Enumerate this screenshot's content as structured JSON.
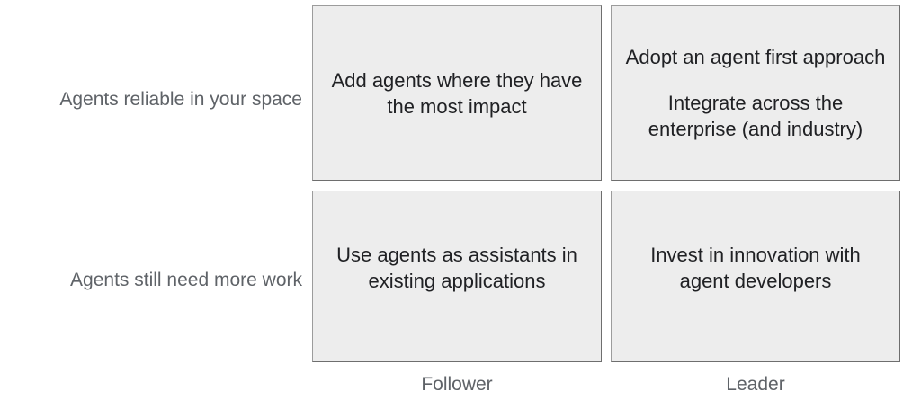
{
  "chart_data": {
    "type": "table",
    "title": "",
    "xlabel": "",
    "ylabel": "",
    "grid": false,
    "legend": "none",
    "x_axis_categories": [
      "Follower",
      "Leader"
    ],
    "y_axis_categories": [
      "Agents reliable in your space",
      "Agents still need more work"
    ],
    "cells": [
      {
        "row": "Agents reliable in your space",
        "column": "Follower",
        "paragraphs": [
          "Add agents where they have the most impact"
        ]
      },
      {
        "row": "Agents reliable in your space",
        "column": "Leader",
        "paragraphs": [
          "Adopt an agent first approach",
          "Integrate across the enterprise (and industry)"
        ]
      },
      {
        "row": "Agents still need more work",
        "column": "Follower",
        "paragraphs": [
          "Use agents as assistants in existing applications"
        ]
      },
      {
        "row": "Agents still need more work",
        "column": "Leader",
        "paragraphs": [
          "Invest in innovation with agent developers"
        ]
      }
    ]
  },
  "matrix": {
    "row_labels": [
      {
        "label": "Agents reliable in your space"
      },
      {
        "label": "Agents still need more work"
      }
    ],
    "column_labels": [
      {
        "label": "Follower"
      },
      {
        "label": "Leader"
      }
    ],
    "quadrants": {
      "top_left": {
        "line1": "Add agents where they have the most impact"
      },
      "top_right": {
        "line1": "Adopt an agent first approach",
        "line2": "Integrate across the enterprise (and industry)"
      },
      "bottom_left": {
        "line1": "Use agents as assistants in existing applications"
      },
      "bottom_right": {
        "line1": "Invest in innovation with agent developers"
      }
    }
  },
  "colors": {
    "background": "#ffffff",
    "cell_fill": "#ededed",
    "cell_border": "#9c9c9c",
    "cell_border_shadow": "#6e6e6e",
    "axis_label_text": "#5f6368",
    "cell_text": "#202124"
  }
}
